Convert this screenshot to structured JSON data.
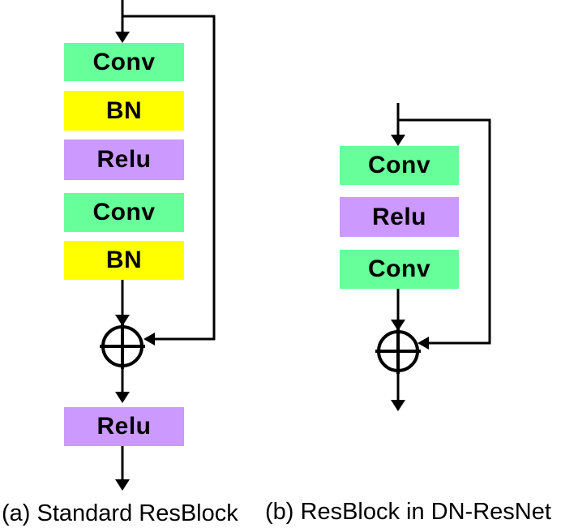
{
  "figure": {
    "caption_a": "(a) Standard ResBlock",
    "caption_b": "(b) ResBlock in DN-ResNet"
  },
  "diagram_a": {
    "name": "Standard ResBlock",
    "blocks": [
      {
        "label": "Conv",
        "type": "conv"
      },
      {
        "label": "BN",
        "type": "bn"
      },
      {
        "label": "Relu",
        "type": "relu"
      },
      {
        "label": "Conv",
        "type": "conv"
      },
      {
        "label": "BN",
        "type": "bn"
      }
    ],
    "post_add_block": {
      "label": "Relu",
      "type": "relu"
    },
    "add_node_symbol": "⊕"
  },
  "diagram_b": {
    "name": "ResBlock in DN-ResNet",
    "blocks": [
      {
        "label": "Conv",
        "type": "conv"
      },
      {
        "label": "Relu",
        "type": "relu"
      },
      {
        "label": "Conv",
        "type": "conv"
      }
    ],
    "add_node_symbol": "⊕"
  },
  "colors": {
    "conv_block": "#66FF99",
    "bn_block": "#FFFF00",
    "relu_block": "#CC99FF",
    "line": "#000000",
    "background": "#FFFFFF"
  }
}
